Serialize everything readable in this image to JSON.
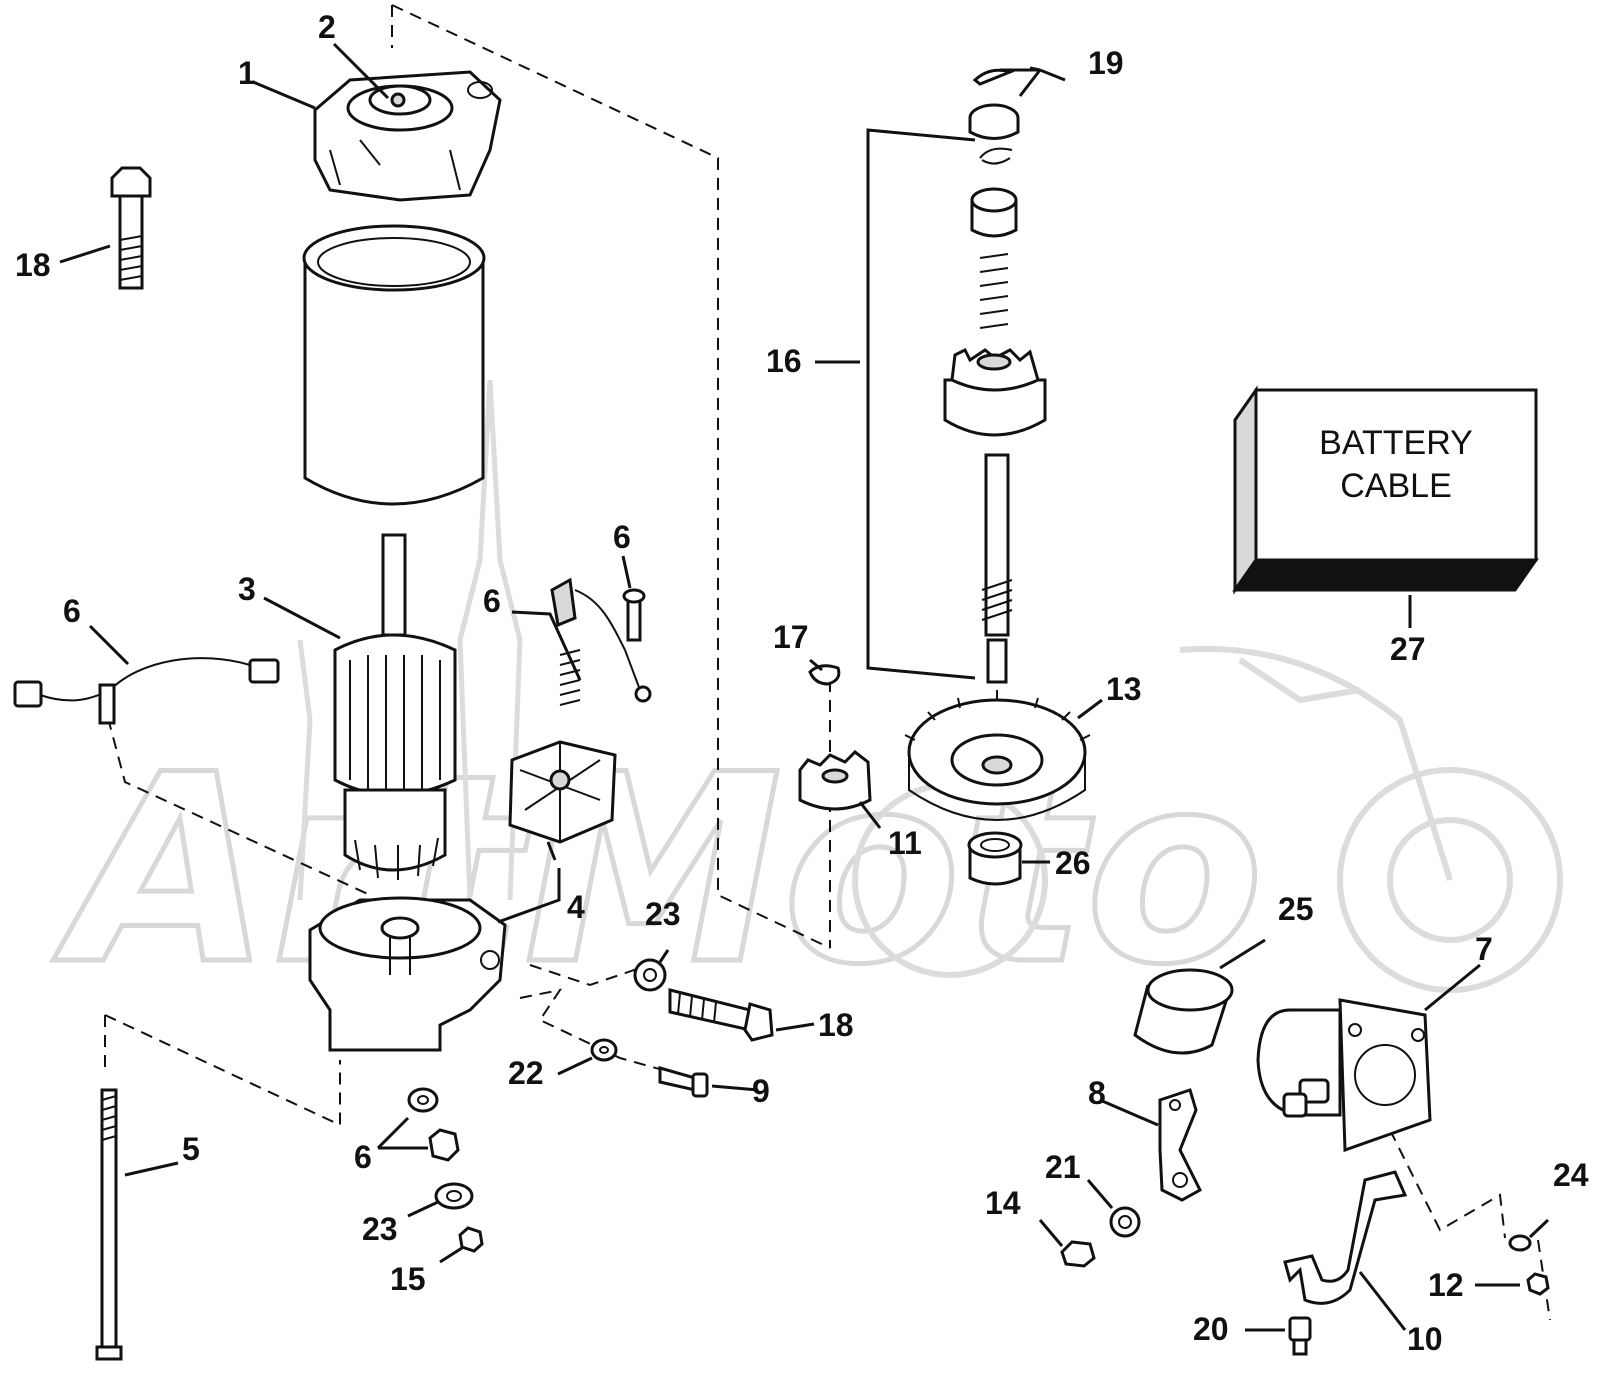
{
  "watermark": "ArtMoto",
  "battery_box": {
    "line1": "BATTERY",
    "line2": "CABLE"
  },
  "callouts": {
    "c1": "1",
    "c2": "2",
    "c3": "3",
    "c4": "4",
    "c5": "5",
    "c6a": "6",
    "c6b": "6",
    "c6c": "6",
    "c6d": "6",
    "c7": "7",
    "c8": "8",
    "c9": "9",
    "c10": "10",
    "c11": "11",
    "c12": "12",
    "c13": "13",
    "c14": "14",
    "c15": "15",
    "c16": "16",
    "c17": "17",
    "c18a": "18",
    "c18b": "18",
    "c19": "19",
    "c20": "20",
    "c21": "21",
    "c22": "22",
    "c23a": "23",
    "c23b": "23",
    "c24": "24",
    "c25": "25",
    "c26": "26",
    "c27": "27"
  }
}
